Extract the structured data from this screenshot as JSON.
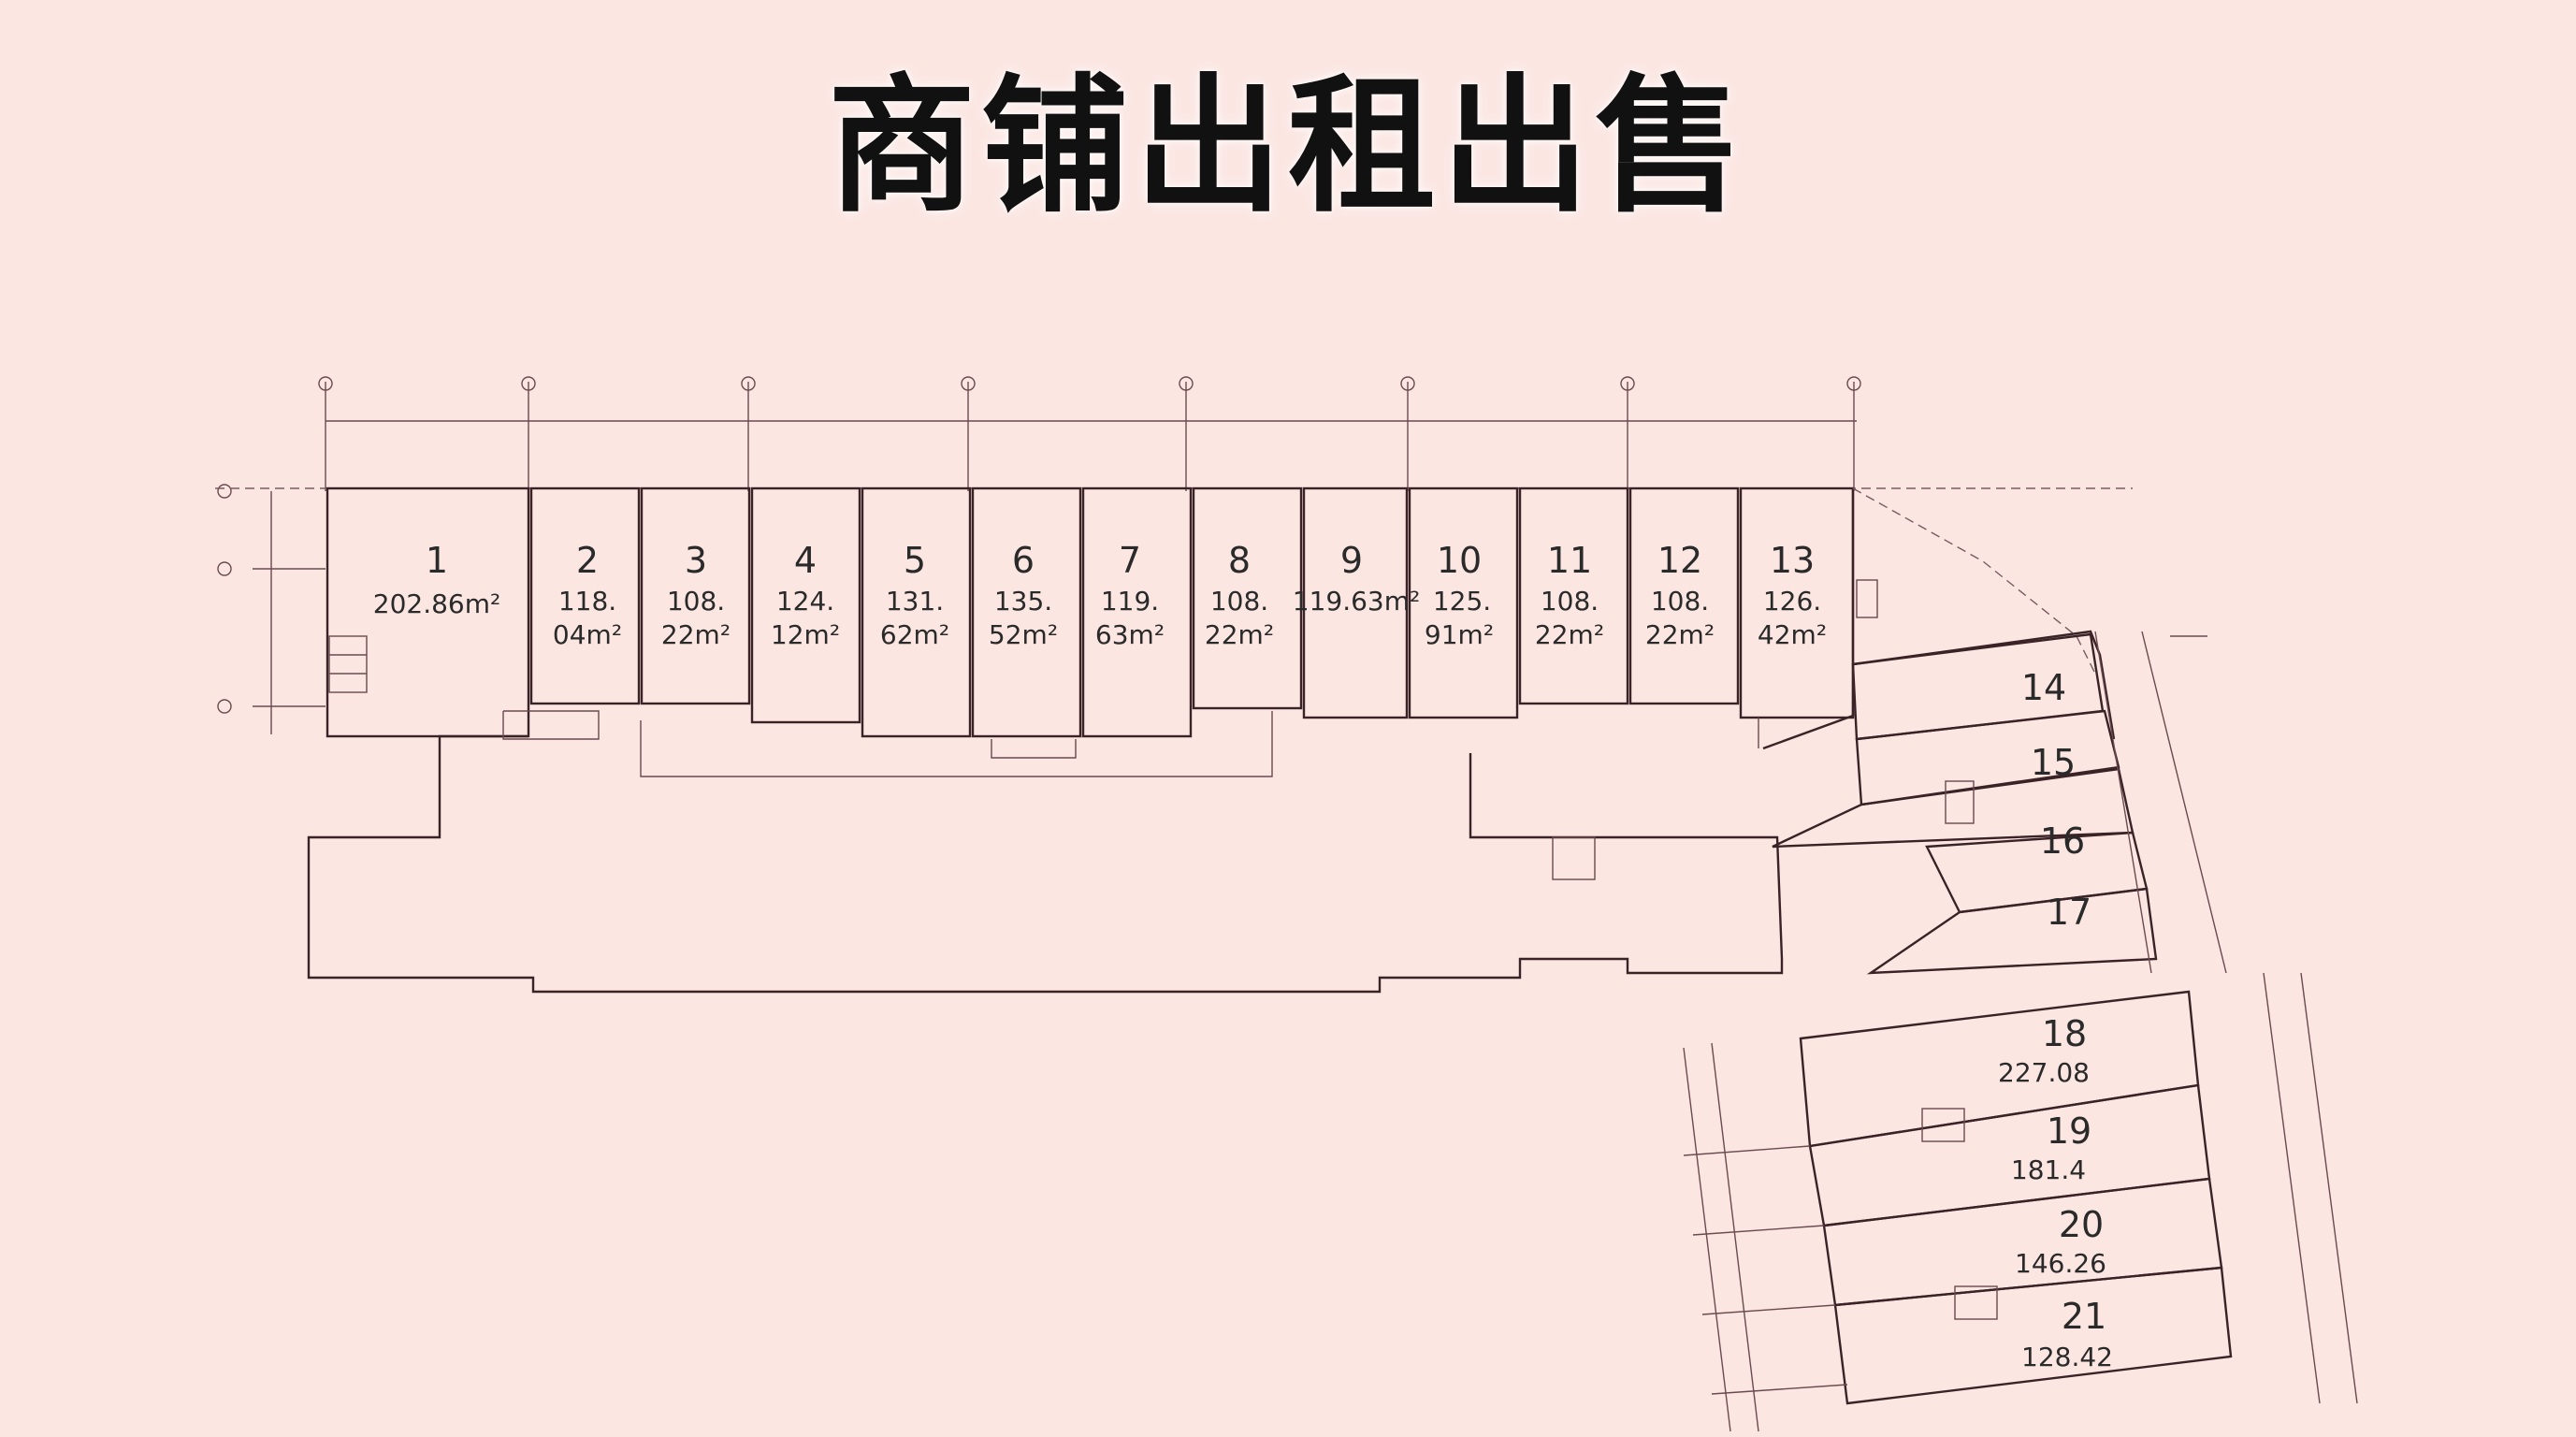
{
  "title": "商铺出租出售",
  "colors": {
    "background": "#fbe6e2",
    "lines": "#3a2226",
    "text": "#111111"
  },
  "shops": [
    {
      "number": "1",
      "area_line1": "202.86m²",
      "area_line2": ""
    },
    {
      "number": "2",
      "area_line1": "118.",
      "area_line2": "04m²"
    },
    {
      "number": "3",
      "area_line1": "108.",
      "area_line2": "22m²"
    },
    {
      "number": "4",
      "area_line1": "124.",
      "area_line2": "12m²"
    },
    {
      "number": "5",
      "area_line1": "131.",
      "area_line2": "62m²"
    },
    {
      "number": "6",
      "area_line1": "135.",
      "area_line2": "52m²"
    },
    {
      "number": "7",
      "area_line1": "119.",
      "area_line2": "63m²"
    },
    {
      "number": "8",
      "area_line1": "108.",
      "area_line2": "22m²"
    },
    {
      "number": "9",
      "area_line1": "119.63m²",
      "area_line2": ""
    },
    {
      "number": "10",
      "area_line1": "125.",
      "area_line2": "91m²"
    },
    {
      "number": "11",
      "area_line1": "108.",
      "area_line2": "22m²"
    },
    {
      "number": "12",
      "area_line1": "108.",
      "area_line2": "22m²"
    },
    {
      "number": "13",
      "area_line1": "126.",
      "area_line2": "42m²"
    },
    {
      "number": "14",
      "area_line1": "",
      "area_line2": ""
    },
    {
      "number": "15",
      "area_line1": "",
      "area_line2": ""
    },
    {
      "number": "16",
      "area_line1": "",
      "area_line2": ""
    },
    {
      "number": "17",
      "area_line1": "",
      "area_line2": ""
    },
    {
      "number": "18",
      "area_line1": "227.08",
      "area_line2": ""
    },
    {
      "number": "19",
      "area_line1": "181.4",
      "area_line2": ""
    },
    {
      "number": "20",
      "area_line1": "146.26",
      "area_line2": ""
    },
    {
      "number": "21",
      "area_line1": "128.42",
      "area_line2": ""
    }
  ]
}
